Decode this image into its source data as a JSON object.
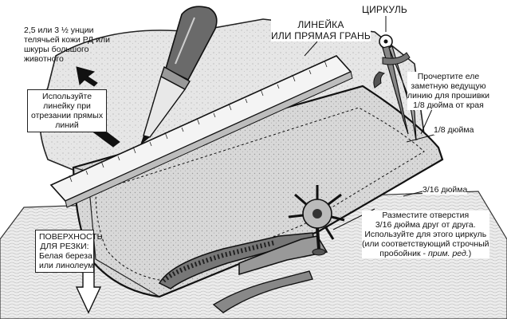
{
  "labels": {
    "leather": [
      "2,5 или 3 ½ унции",
      "телячьей кожи РД или",
      "шкуры большого",
      "животного"
    ],
    "ruler": [
      "ЛИНЕЙКА",
      "ИЛИ ПРЯМАЯ ГРАНЬ"
    ],
    "compass": "ЦИРКУЛЬ",
    "use_ruler": [
      "Используйте",
      "линейку при",
      "отрезании прямых",
      "линий"
    ],
    "score_line": [
      "Прочертите еле",
      "заметную ведущую",
      "линию для прошивки",
      "1/8 дюйма от края"
    ],
    "eighth_inch": "1/8 дюйма",
    "three_sixteenth": "3/16 дюйма",
    "holes": [
      "Разместите отверстия",
      "3/16 дюйма друг от друга.",
      "Используйте для этого циркуль",
      "(или соответствующий строчный",
      "пробойник - "
    ],
    "holes_note": "прим. ред.",
    "holes_end": ")",
    "surface_title": [
      "ПОВЕРХНОСТЬ",
      "ДЛЯ РЕЗКИ:"
    ],
    "surface_body": [
      "Белая береза",
      "или линолеум"
    ]
  },
  "colors": {
    "ink": "#111111",
    "leather_shade": "#cfcfcf",
    "paper": "#ffffff"
  }
}
